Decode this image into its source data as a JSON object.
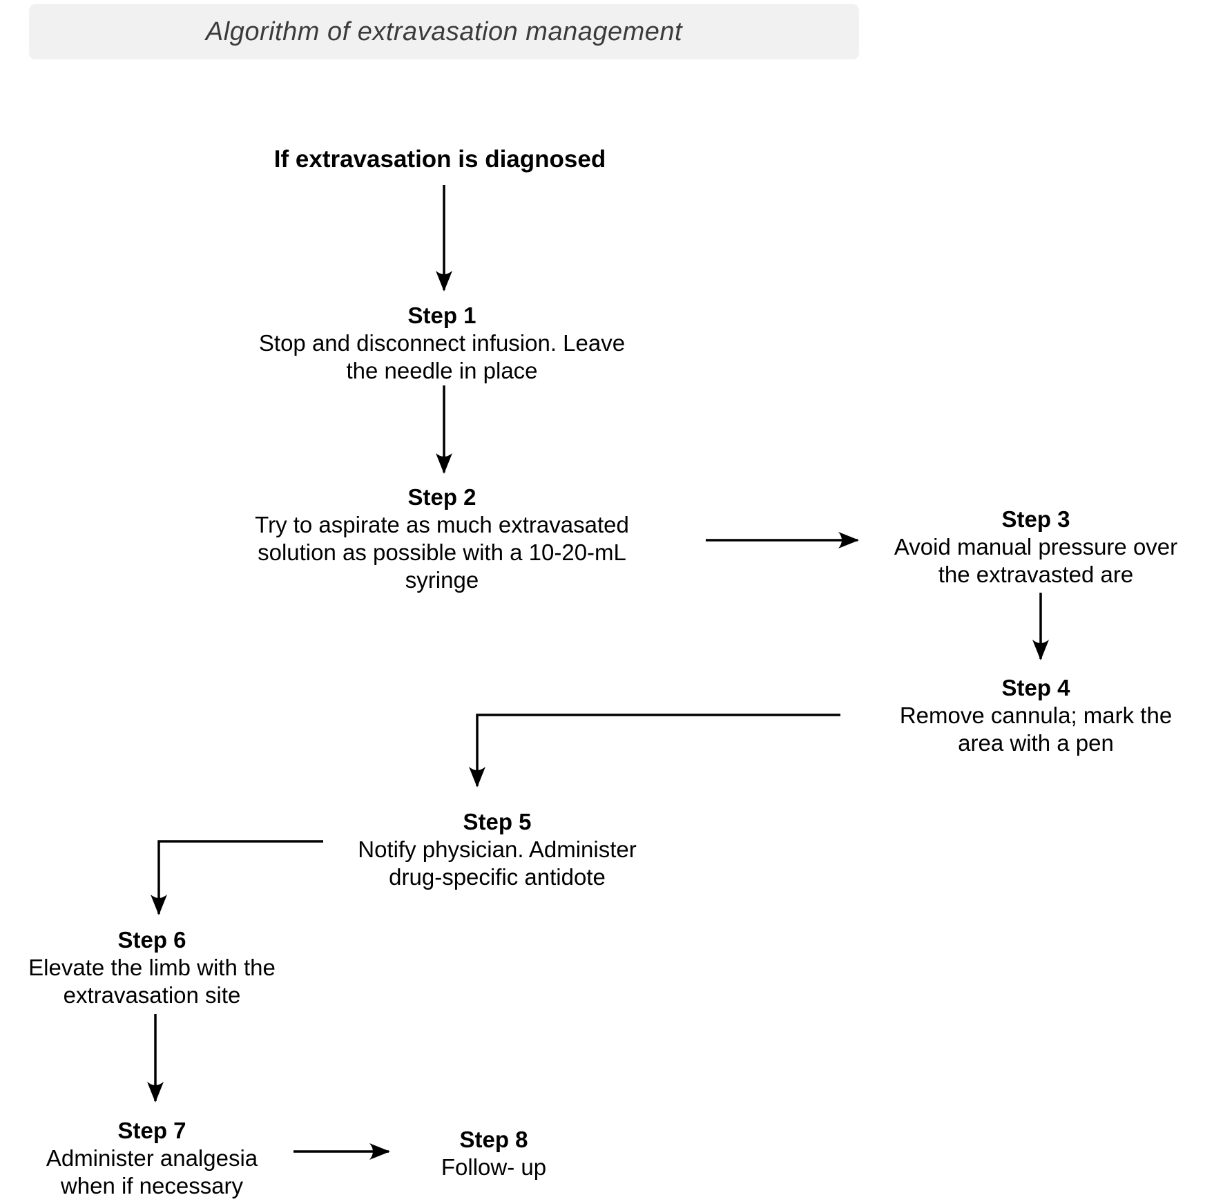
{
  "title": "Algorithm of extravasation management",
  "start_label": "If extravasation is diagnosed",
  "steps": [
    {
      "title": "Step 1",
      "lines": [
        "Stop and disconnect infusion. Leave",
        "the needle in place"
      ]
    },
    {
      "title": "Step 2",
      "lines": [
        "Try to aspirate as much extravasated",
        "solution as possible with a 10-20-mL",
        "syringe"
      ]
    },
    {
      "title": "Step 3",
      "lines": [
        "Avoid manual pressure over",
        "the extravasted are"
      ]
    },
    {
      "title": "Step 4",
      "lines": [
        "Remove cannula; mark the",
        "area with a pen"
      ]
    },
    {
      "title": "Step 5",
      "lines": [
        "Notify physician. Administer",
        "drug-specific antidote"
      ]
    },
    {
      "title": "Step 6",
      "lines": [
        "Elevate the limb with the",
        "extravasation site"
      ]
    },
    {
      "title": "Step 7",
      "lines": [
        "Administer analgesia",
        "when if necessary"
      ]
    },
    {
      "title": "Step 8",
      "lines": [
        "Follow- up"
      ]
    }
  ],
  "colors": {
    "background": "#ffffff",
    "title_bar_background": "#f1f1f2",
    "title_text": "#3b3b3b",
    "text": "#000000",
    "arrow": "#000000"
  }
}
